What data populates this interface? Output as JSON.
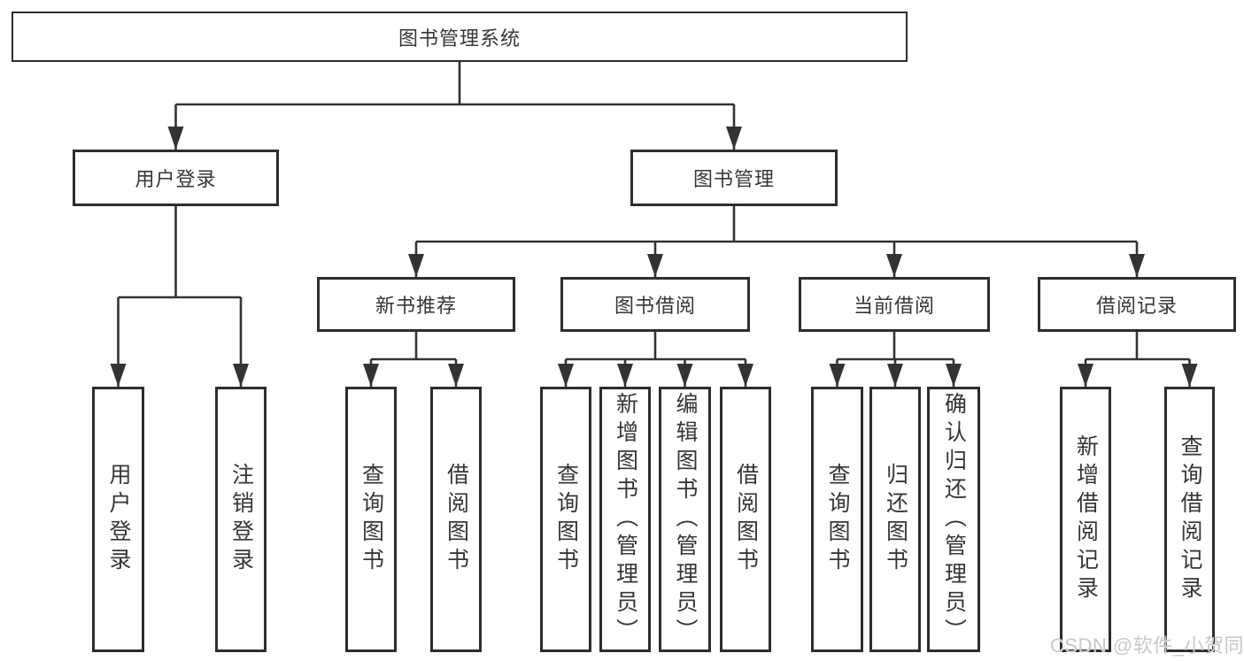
{
  "diagram": {
    "root": {
      "label": "图书管理系统"
    },
    "branches": [
      {
        "label": "用户登录",
        "children": [
          "用户登录",
          "注销登录"
        ]
      },
      {
        "label": "图书管理",
        "children": [
          {
            "label": "新书推荐",
            "children": [
              "查询图书",
              "借阅图书"
            ]
          },
          {
            "label": "图书借阅",
            "children": [
              "查询图书",
              "新增图书（管理员）",
              "编辑图书（管理员）",
              "借阅图书"
            ]
          },
          {
            "label": "当前借阅",
            "children": [
              "查询图书",
              "归还图书",
              "确认归还（管理员）"
            ]
          },
          {
            "label": "借阅记录",
            "children": [
              "新增借阅记录",
              "查询借阅记录"
            ]
          }
        ]
      }
    ]
  },
  "watermark": {
    "text": "CSDN @软件_小贺同学"
  },
  "colors": {
    "line": "#333333",
    "box_border": "#2d2d2d",
    "text": "#363636",
    "watermark": "#c8c8c8",
    "background": "#ffffff"
  }
}
